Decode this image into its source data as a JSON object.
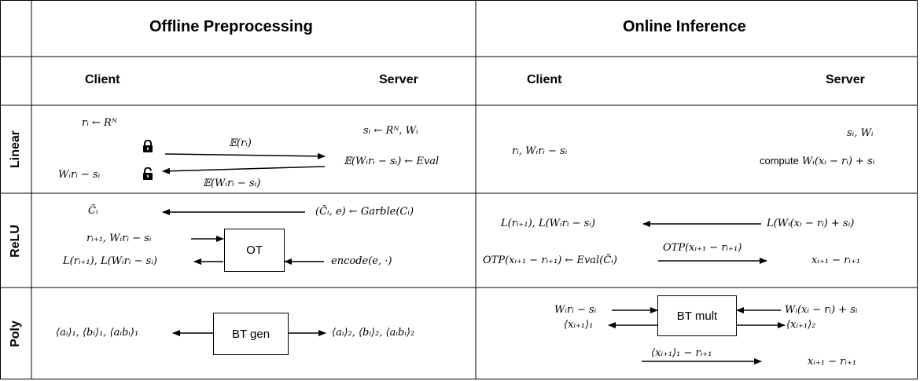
{
  "columns": {
    "offline": "Offline Preprocessing",
    "online": "Online Inference"
  },
  "roles": {
    "offline_client": "Client",
    "offline_server": "Server",
    "online_client": "Client",
    "online_server": "Server"
  },
  "rows": {
    "linear": "Linear",
    "relu": "ReLU",
    "poly": "Poly"
  },
  "linear": {
    "client_r": "rᵢ ← Rᴺ",
    "client_w": "Wᵢrᵢ − sᵢ",
    "server_s": "sᵢ ← Rᴺ, Wᵢ",
    "server_eval": "𝔼(Wᵢrᵢ − sᵢ) ← Eval",
    "enc_r": "𝔼(rᵢ)",
    "enc_w": "𝔼(Wᵢrᵢ − sᵢ)",
    "online_client": "rᵢ, Wᵢrᵢ − sᵢ",
    "online_server_1": "sᵢ, Wᵢ",
    "online_server_compute": "compute",
    "online_server_expr": "Wᵢ(xᵢ − rᵢ) + sᵢ"
  },
  "relu": {
    "client_c": "C̃ᵢ",
    "server_garble": "(C̃ᵢ, e) ← Garble(Cᵢ)",
    "client_in": "rᵢ₊₁, Wᵢrᵢ − sᵢ",
    "client_out": "L(rᵢ₊₁), L(Wᵢrᵢ − sᵢ)",
    "ot_box": "OT",
    "server_encode": "encode(e, ·)",
    "online_client_l": "L(rᵢ₊₁), L(Wᵢrᵢ − sᵢ)",
    "online_server_l": "L(Wᵢ(xᵢ − rᵢ) + sᵢ)",
    "online_client_otp": "OTP(xᵢ₊₁ − rᵢ₊₁) ← Eval(C̃ᵢ)",
    "online_arrow_otp": "OTP(xᵢ₊₁ − rᵢ₊₁)",
    "online_server_x": "xᵢ₊₁ − rᵢ₊₁"
  },
  "poly": {
    "client_shares": "⟨aᵢ⟩₁, ⟨bᵢ⟩₁, ⟨aᵢbᵢ⟩₁",
    "bt_gen": "BT gen",
    "server_shares": "⟨aᵢ⟩₂, ⟨bᵢ⟩₂, ⟨aᵢbᵢ⟩₂",
    "online_client_in": "Wᵢrᵢ − sᵢ",
    "online_client_out": "⟨xᵢ₊₁⟩₁",
    "bt_mult": "BT mult",
    "online_server_in": "Wᵢ(xᵢ − rᵢ) + sᵢ",
    "online_server_out": "⟨xᵢ₊₁⟩₂",
    "online_arrow": "⟨xᵢ₊₁⟩₁ − rᵢ₊₁",
    "online_result": "xᵢ₊₁ − rᵢ₊₁"
  }
}
